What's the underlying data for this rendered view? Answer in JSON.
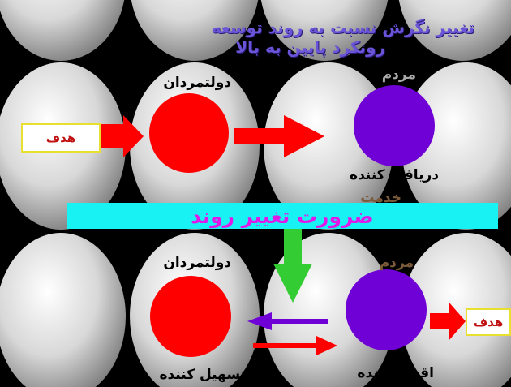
{
  "slide": {
    "title_line1": "تغییر نگرش نسبت به روند توسعه",
    "title_line2": "رونکرد پایین به بالا",
    "top": {
      "goal_box": "هدف",
      "elite_label": "دولتمردان",
      "people_label": "مردم",
      "receiver_label": "دریافت کننده",
      "service_label": "خدمت"
    },
    "banner": "ضرورت تغییر روند",
    "bottom": {
      "elite_label": "دولتمردان",
      "people_label": "مردم",
      "facilitator_label": "تسهیل کننده",
      "actor_label": "اقدام کننده",
      "goal_box": "هدف"
    }
  },
  "colors": {
    "red": "#ff0000",
    "purple": "#6f00d6",
    "cyan": "#19f2f2",
    "magenta": "#e018e8",
    "green": "#33cc33",
    "box_border": "#e8e030"
  }
}
